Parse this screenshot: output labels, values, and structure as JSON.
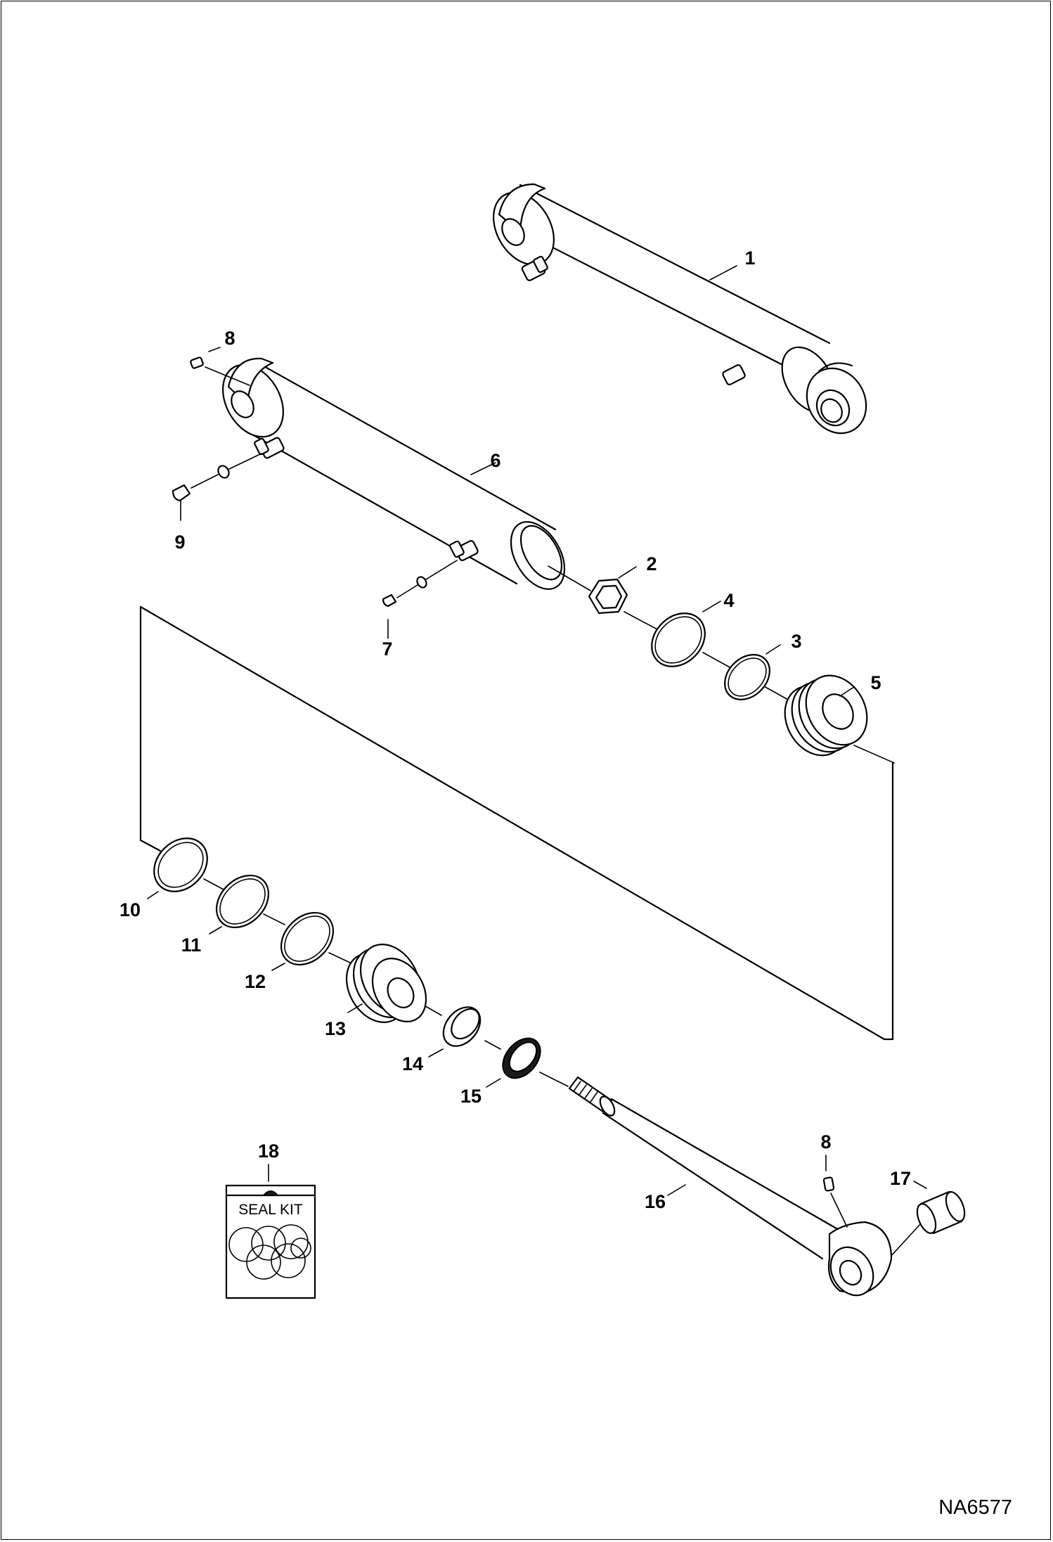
{
  "diagram": {
    "drawing_number": "NA6577",
    "seal_kit_label": "SEAL KIT",
    "callouts": {
      "c1": "1",
      "c2": "2",
      "c3": "3",
      "c4": "4",
      "c5": "5",
      "c6": "6",
      "c7": "7",
      "c8a": "8",
      "c8b": "8",
      "c9": "9",
      "c10": "10",
      "c11": "11",
      "c12": "12",
      "c13": "13",
      "c14": "14",
      "c15": "15",
      "c16": "16",
      "c17": "17",
      "c18": "18"
    }
  }
}
